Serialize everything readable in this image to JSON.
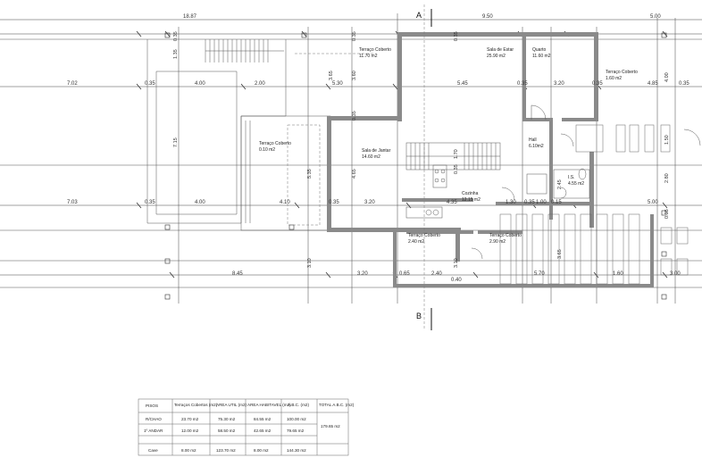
{
  "sections": {
    "a": "A",
    "b": "B"
  },
  "top_dims": [
    "18.87",
    "9.50",
    "5.00"
  ],
  "row1_dims": [
    "7.02",
    "0.35",
    "4.00",
    "2.00",
    "5.30",
    "5.45",
    "0.35",
    "3.20",
    "0.35",
    "4.85",
    "0.35"
  ],
  "row2_dims": [
    "7.03",
    "0.35",
    "4.00",
    "4.10",
    "0.35",
    "3.20",
    "4.35",
    "1.30",
    "0.35",
    "1.00",
    "0.15",
    "5.00"
  ],
  "row3_dims": [
    "8.45",
    "3.20",
    "0.65",
    "2.40",
    "0.40",
    "5.70",
    "1.60",
    "3.00"
  ],
  "v_dims": [
    "0.35",
    "1.35",
    "3.65",
    "0.35",
    "3.60",
    "0.35",
    "0.35",
    "5.35",
    "4.65",
    "0.35",
    "2.45",
    "3.10",
    "3.10",
    "3.65",
    "7.15",
    "1.50",
    "2.80",
    "4.00",
    "1.70",
    "0.35"
  ],
  "rooms": [
    {
      "name": "Terraço Coberto",
      "area": "11.70 m2"
    },
    {
      "name": "Sala de Estar",
      "area": "25.90 m2"
    },
    {
      "name": "Quarto",
      "area": "11.60 m2"
    },
    {
      "name": "Terraço Coberto",
      "area": "1.60 m2"
    },
    {
      "name": "Terraço Coberto",
      "area": "0.10 m2"
    },
    {
      "name": "Sala de Jantar",
      "area": "14.60 m2"
    },
    {
      "name": "Hall",
      "area": "6.10m2"
    },
    {
      "name": "I.S.",
      "area": "4.55 m2"
    },
    {
      "name": "Cozinha",
      "area": "12.15 m2"
    },
    {
      "name": "Terraço Coberto",
      "area": "2.40 m2"
    },
    {
      "name": "Terraço Coberto",
      "area": "2.90 m2"
    }
  ],
  "table": {
    "headers": [
      "PISOS",
      "Terraços Cobertos (m2)",
      "AREA UTIL (m2)",
      "AREA HABITAVEL (m2)",
      "A.B.C. (m2)",
      "TOTAL A.B.C. (m2)"
    ],
    "rows": [
      [
        "R/CHAO",
        "23.70 m2",
        "75.30 m2",
        "84.55 m2",
        "100.00 m2"
      ],
      [
        "1º ANDAR",
        "12.00 m2",
        "58.50 m2",
        "42.65 m2",
        "79.65 m2"
      ],
      [
        "Cave",
        "8.00 m2",
        "123.70 m2",
        "8.00 m2",
        "144.30 m2"
      ]
    ],
    "total_abc": "179.65 m2"
  }
}
